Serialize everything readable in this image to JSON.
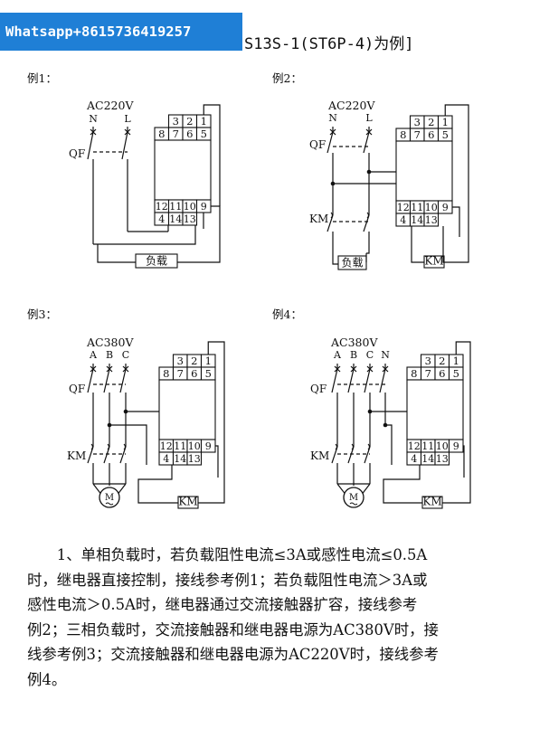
{
  "header": {
    "banner": "Whatsapp+8615736419257",
    "title": "S13S-1(ST6P-4)为例]"
  },
  "examples": [
    {
      "label": "例1：",
      "supply": "AC220V",
      "phases": [
        "N",
        "L"
      ],
      "qf": "QF",
      "load": "负载",
      "top_terminals": [
        "3",
        "2",
        "1"
      ],
      "mid_terminals": [
        "8",
        "7",
        "6",
        "5"
      ],
      "low_terminals": [
        "12",
        "11",
        "10",
        "9"
      ],
      "bot_terminals": [
        "4",
        "14",
        "13"
      ]
    },
    {
      "label": "例2：",
      "supply": "AC220V",
      "phases": [
        "N",
        "L"
      ],
      "qf": "QF",
      "km": "KM",
      "load": "负载",
      "coil": "KM",
      "top_terminals": [
        "3",
        "2",
        "1"
      ],
      "mid_terminals": [
        "8",
        "7",
        "6",
        "5"
      ],
      "low_terminals": [
        "12",
        "11",
        "10",
        "9"
      ],
      "bot_terminals": [
        "4",
        "14",
        "13"
      ]
    },
    {
      "label": "例3：",
      "supply": "AC380V",
      "phases": [
        "A",
        "B",
        "C"
      ],
      "qf": "QF",
      "km": "KM",
      "motor": "M",
      "coil": "KM",
      "top_terminals": [
        "3",
        "2",
        "1"
      ],
      "mid_terminals": [
        "8",
        "7",
        "6",
        "5"
      ],
      "low_terminals": [
        "12",
        "11",
        "10",
        "9"
      ],
      "bot_terminals": [
        "4",
        "14",
        "13"
      ]
    },
    {
      "label": "例4：",
      "supply": "AC380V",
      "phases": [
        "A",
        "B",
        "C",
        "N"
      ],
      "qf": "QF",
      "km": "KM",
      "motor": "M",
      "coil": "KM",
      "top_terminals": [
        "3",
        "2",
        "1"
      ],
      "mid_terminals": [
        "8",
        "7",
        "6",
        "5"
      ],
      "low_terminals": [
        "12",
        "11",
        "10",
        "9"
      ],
      "bot_terminals": [
        "4",
        "14",
        "13"
      ]
    }
  ],
  "paragraph": {
    "lines": [
      "　　1、单相负载时，若负载阻性电流≤3A或感性电流≤0.5A",
      "时，继电器直接控制，接线参考例1；若负载阻性电流＞3A或",
      "感性电流＞0.5A时，继电器通过交流接触器扩容，接线参考",
      "例2；三相负载时，交流接触器和继电器电源为AC380V时，接",
      "线参考例3；交流接触器和继电器电源为AC220V时，接线参考",
      "例4。"
    ]
  }
}
